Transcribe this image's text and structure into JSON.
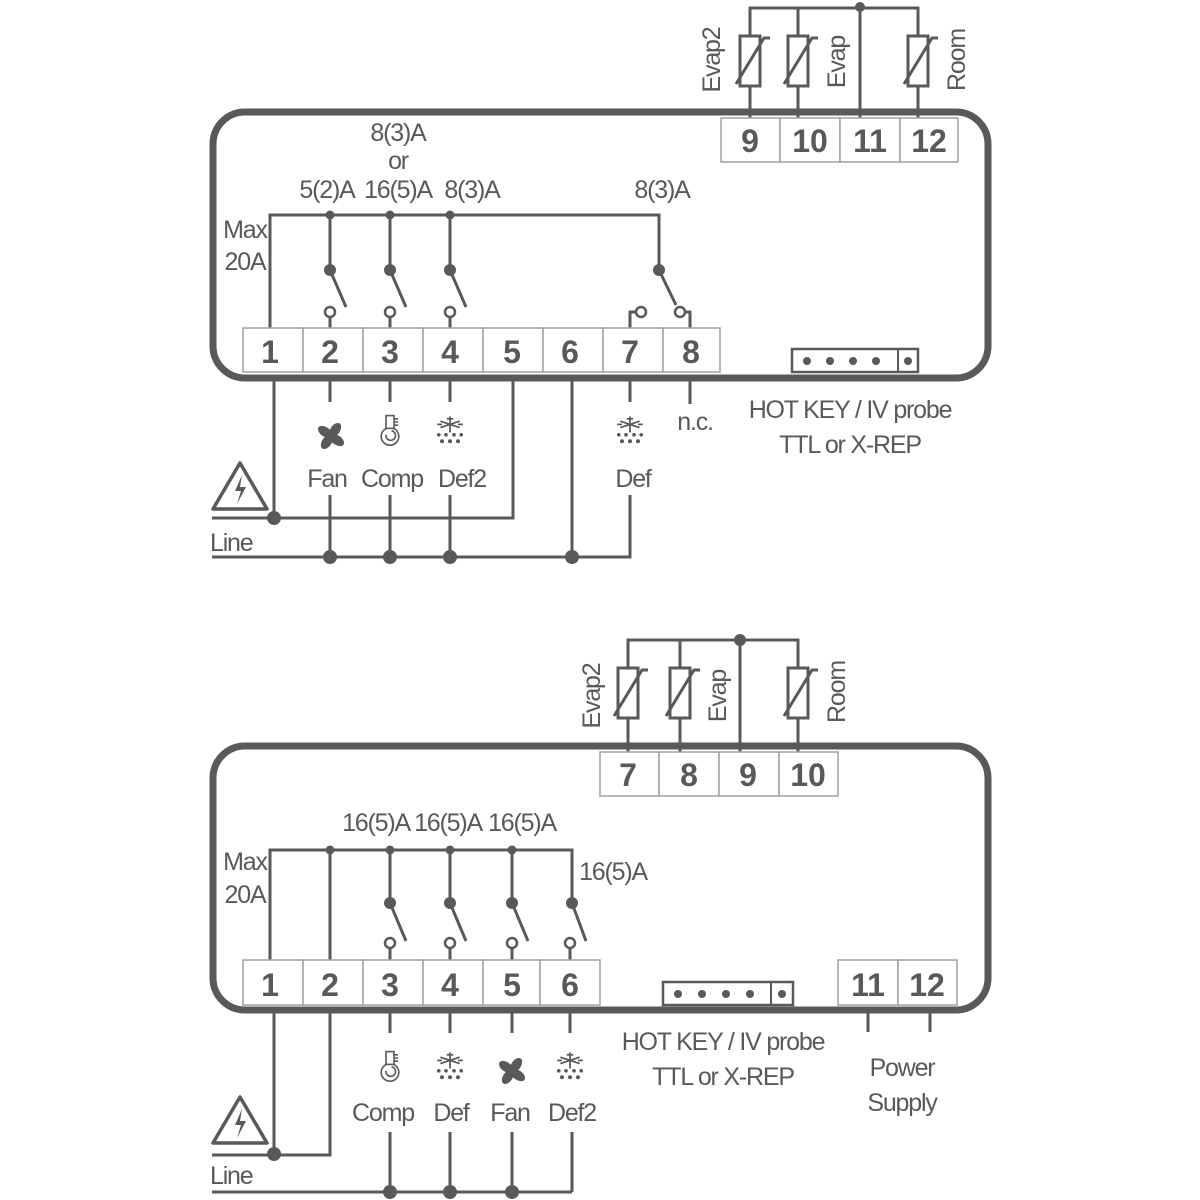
{
  "colors": {
    "ink": "#58595b",
    "terminal_border": "#a0a0a0",
    "background": "#ffffff"
  },
  "diagram_top": {
    "probe_terminals": [
      "9",
      "10",
      "11",
      "12"
    ],
    "probes": [
      "Evap2",
      "Evap",
      "Room"
    ],
    "terminals": [
      "1",
      "2",
      "3",
      "4",
      "5",
      "6",
      "7",
      "8"
    ],
    "max_label": [
      "Max",
      "20A"
    ],
    "ratings": {
      "t2": "5(2)A",
      "t3_line1": "8(3)A",
      "t3_line2": "or",
      "t3_line3": "16(5)A",
      "t4": "8(3)A",
      "t78": "8(3)A"
    },
    "loads": [
      "Fan",
      "Comp",
      "Def2",
      "Def"
    ],
    "nc_label": "n.c.",
    "hotkey_label": [
      "HOT KEY / IV probe",
      "TTL or X-REP"
    ],
    "line_label": "Line"
  },
  "diagram_bottom": {
    "probe_terminals": [
      "7",
      "8",
      "9",
      "10"
    ],
    "probes": [
      "Evap2",
      "Evap",
      "Room"
    ],
    "terminals": [
      "1",
      "2",
      "3",
      "4",
      "5",
      "6"
    ],
    "power_terminals": [
      "11",
      "12"
    ],
    "max_label": [
      "Max",
      "20A"
    ],
    "ratings": [
      "16(5)A",
      "16(5)A",
      "16(5)A",
      "16(5)A"
    ],
    "loads": [
      "Comp",
      "Def",
      "Fan",
      "Def2"
    ],
    "hotkey_label": [
      "HOT KEY / IV probe",
      "TTL or X-REP"
    ],
    "power_label": [
      "Power",
      "Supply"
    ],
    "line_label": "Line"
  }
}
